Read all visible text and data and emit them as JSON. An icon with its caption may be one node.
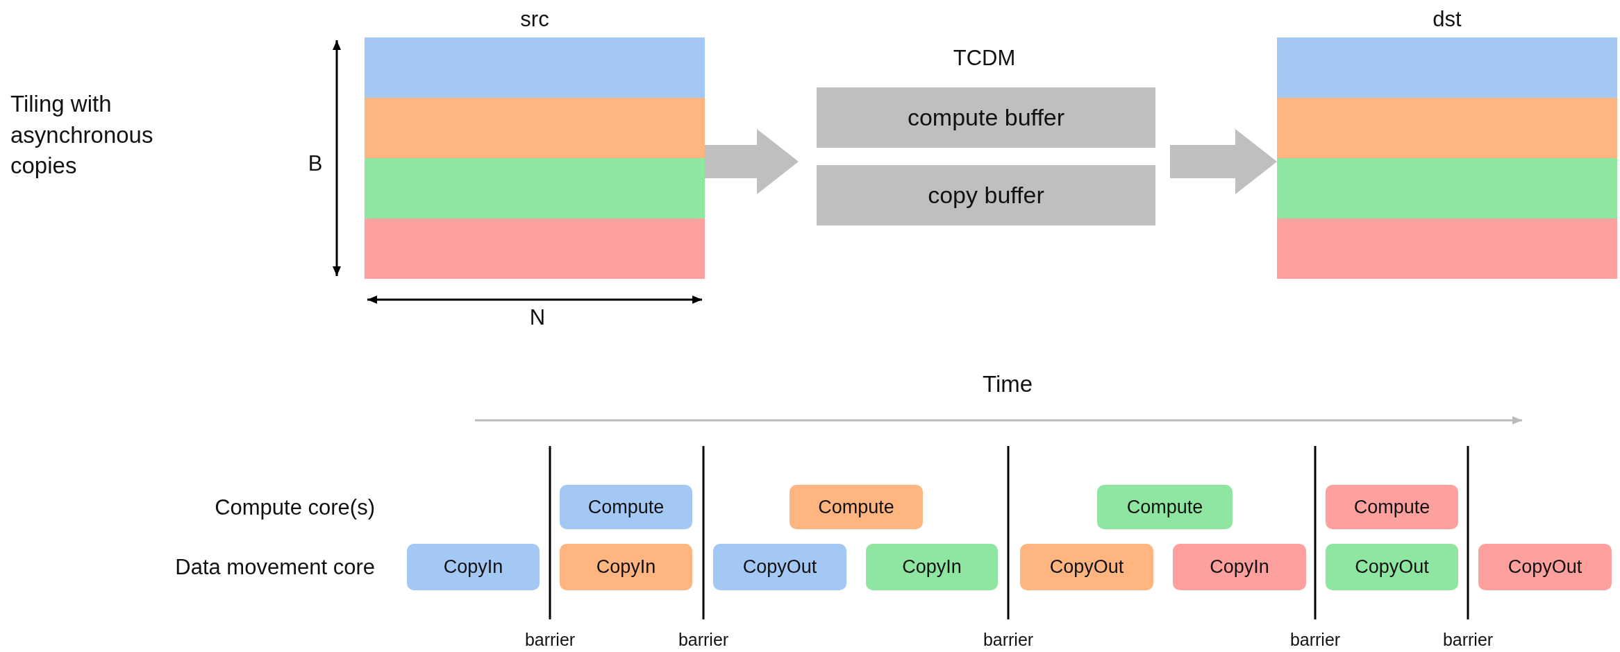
{
  "diagram": {
    "nodes": [
      {
        "text": [
          "src"
        ]
      },
      {
        "text": [],
        "shape": "bar",
        "in": 0
      },
      {
        "text": [],
        "shape": "bar",
        "in": 0
      },
      {
        "text": [],
        "shape": "bar",
        "in": 0
      },
      {
        "text": [],
        "shape": "bar",
        "in": 0
      },
      {
        "text": [
          "TCDM"
        ]
      },
      {
        "text": [
          "compute buffer"
        ],
        "in": 5
      },
      {
        "text": [
          "copy buffer"
        ],
        "in": 5
      },
      {
        "text": [
          "dst"
        ]
      },
      {
        "text": [],
        "shape": "bar",
        "in": 8
      },
      {
        "text": [],
        "shape": "bar",
        "in": 8
      },
      {
        "text": [],
        "shape": "bar",
        "in": 8
      },
      {
        "text": [],
        "shape": "bar",
        "in": 8
      },
      {
        "text": [
          "Compute"
        ]
      },
      {
        "text": [
          "Compute"
        ]
      },
      {
        "text": [
          "Compute"
        ]
      },
      {
        "text": [
          "Compute"
        ]
      },
      {
        "text": [
          "CopyIn"
        ]
      },
      {
        "text": [
          "CopyIn"
        ]
      },
      {
        "text": [
          "CopyOut"
        ]
      },
      {
        "text": [
          "CopyIn"
        ]
      },
      {
        "text": [
          "CopyOut"
        ]
      },
      {
        "text": [
          "CopyIn"
        ]
      },
      {
        "text": [
          "CopyOut"
        ]
      },
      {
        "text": [
          "CopyOut"
        ]
      }
    ],
    "edges": [
      {
        "from": 0,
        "to": 5,
        "arrow": "to"
      },
      {
        "from": 5,
        "to": 8,
        "arrow": "to"
      }
    ],
    "labels": [
      "Tiling with asynchronous copies",
      "B",
      "N",
      "Time",
      "Compute core(s)",
      "Data movement core",
      "barrier",
      "barrier",
      "barrier",
      "barrier",
      "barrier"
    ]
  }
}
